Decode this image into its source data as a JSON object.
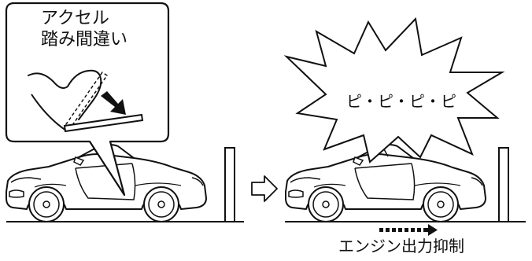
{
  "callout": {
    "line1": "アクセル",
    "line2": "踏み間違い"
  },
  "burst": {
    "sound_text": "ピ・ピ・ピ・ピ"
  },
  "caption": {
    "text": "エンジン出力抑制"
  },
  "icons": {
    "foot": "foot-on-pedal-icon",
    "pedal": "accelerator-pedal-icon",
    "press_arrow": "press-down-arrow-icon",
    "transition": "transition-arrow-icon",
    "suppression": "dotted-right-arrow-icon"
  },
  "colors": {
    "line": "#111111",
    "fill": "#ffffff"
  }
}
